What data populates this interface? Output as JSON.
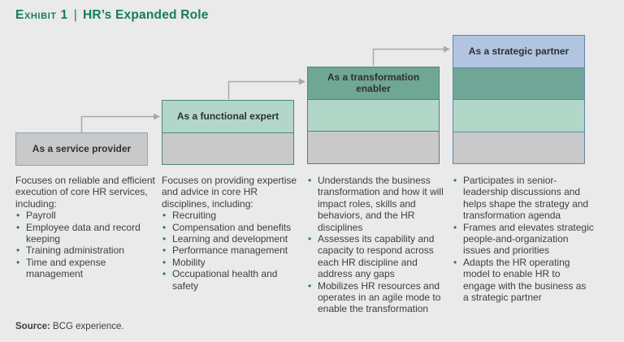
{
  "title": {
    "exhibit": "Exhibit 1",
    "separator": "|",
    "main": "HR’s Expanded Role"
  },
  "steps": [
    {
      "label": "As a service provider"
    },
    {
      "label": "As a functional expert"
    },
    {
      "label": "As a transformation enabler"
    },
    {
      "label": "As a strategic partner"
    }
  ],
  "columns": [
    {
      "intro": "Focuses on reliable and efficient execution of core HR services, including:",
      "bullets": [
        "Payroll",
        "Employee data and record keeping",
        "Training administration",
        "Time and expense management"
      ]
    },
    {
      "intro": "Focuses on providing expertise and advice in core HR disciplines, including:",
      "bullets": [
        "Recruiting",
        "Compensation and benefits",
        "Learning and development",
        "Performance management",
        "Mobility",
        "Occupational health and safety"
      ]
    },
    {
      "bullets": [
        "Understands the business transformation and how it will impact roles, skills and behaviors, and the HR disciplines",
        "Assesses its capability and capacity to respond across each HR discipline and address any gaps",
        "Mobilizes HR resources and operates in an agile mode to enable the transformation"
      ]
    },
    {
      "bullets": [
        "Participates in senior-leadership discussions and helps shape the strategy and transformation agenda",
        "Frames and elevates strategic people-and-organization issues and priorities",
        "Adapts the HR operating model to enable HR to engage with the business as a strategic partner"
      ]
    }
  ],
  "source": {
    "label": "Source:",
    "text": "BCG experience."
  },
  "colors": {
    "background": "#e9eae9",
    "title_green": "#177b5e",
    "tier_gray": "#c8c9c8",
    "tier_light_green": "#b2d7c9",
    "tier_medium_green": "#70a695",
    "tier_blue": "#b1c4e0",
    "border_blue_gray": "#8ca6ba",
    "border_teal": "#4f8577",
    "border_steel_blue": "#5d89ae",
    "bullet_green": "#1e7a67",
    "body_text": "#3c3f42",
    "arrow_gray": "#a9a9a9"
  }
}
